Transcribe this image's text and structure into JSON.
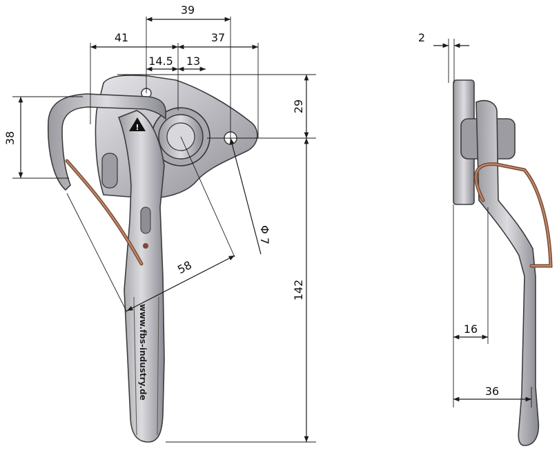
{
  "drawing": {
    "website": "www.fbs-industry.de",
    "warning_symbol": "!",
    "dimensions": {
      "d39": "39",
      "d41": "41",
      "d37": "37",
      "d14_5": "14.5",
      "d13": "13",
      "d29": "29",
      "d38": "38",
      "d142": "142",
      "d58": "58",
      "dphi7": "Φ 7",
      "d2": "2",
      "d16": "16",
      "d36": "36"
    }
  }
}
